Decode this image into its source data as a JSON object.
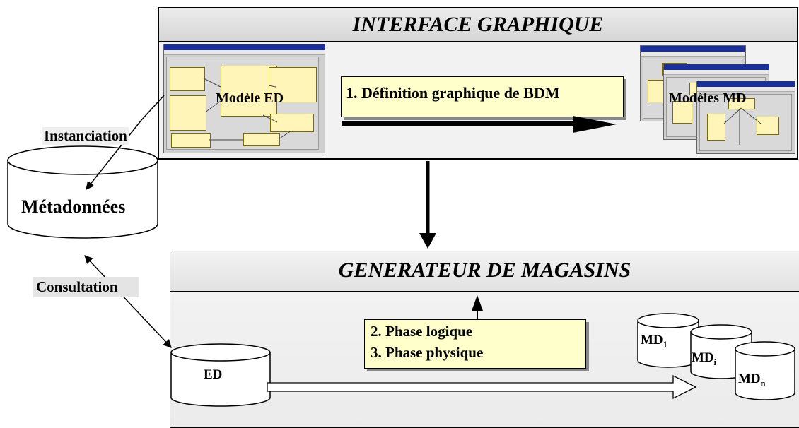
{
  "interface_panel": {
    "title": "INTERFACE GRAPHIQUE"
  },
  "generator_panel": {
    "title": "GENERATEUR DE MAGASINS"
  },
  "labels": {
    "model_ed": "Modèle ED",
    "models_md": "Modèles MD",
    "instanciation": "Instanciation",
    "consultation": "Consultation",
    "metadata": "Métadonnées",
    "ed": "ED"
  },
  "steps": {
    "step1": "1.  Définition graphique de BDM",
    "step2": "2.  Phase logique",
    "step3": "3.  Phase physique"
  },
  "marts": {
    "md1": {
      "base": "MD",
      "sub": "1"
    },
    "mdi": {
      "base": "MD",
      "sub": "i"
    },
    "mdn": {
      "base": "MD",
      "sub": "n"
    }
  },
  "colors": {
    "note_fill": "#ffffcc",
    "window_title": "#1a2f9a",
    "entity_fill": "#fff5b8",
    "panel_fill": "#f2f2f2"
  }
}
